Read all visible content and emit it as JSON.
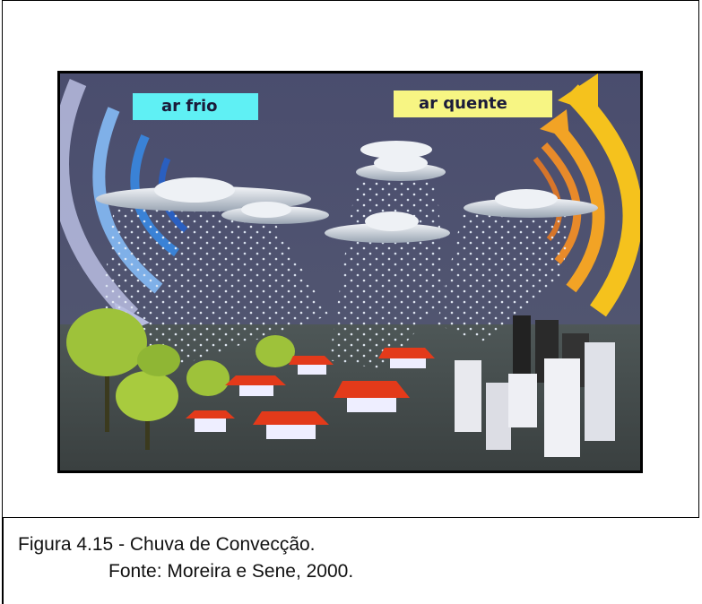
{
  "figure": {
    "labels": {
      "cold_air": "ar frio",
      "warm_air": "ar quente"
    },
    "caption": {
      "title": "Figura 4.15 - Chuva de Convecção.",
      "source": "Fonte: Moreira e Sene, 2000."
    }
  },
  "colors": {
    "sky": "#4b4e6c",
    "ground": "#3f4646",
    "cold_air_label_bg": "#5ff0f4",
    "warm_air_label_bg": "#f7f583",
    "roof": "#e33a1a"
  }
}
